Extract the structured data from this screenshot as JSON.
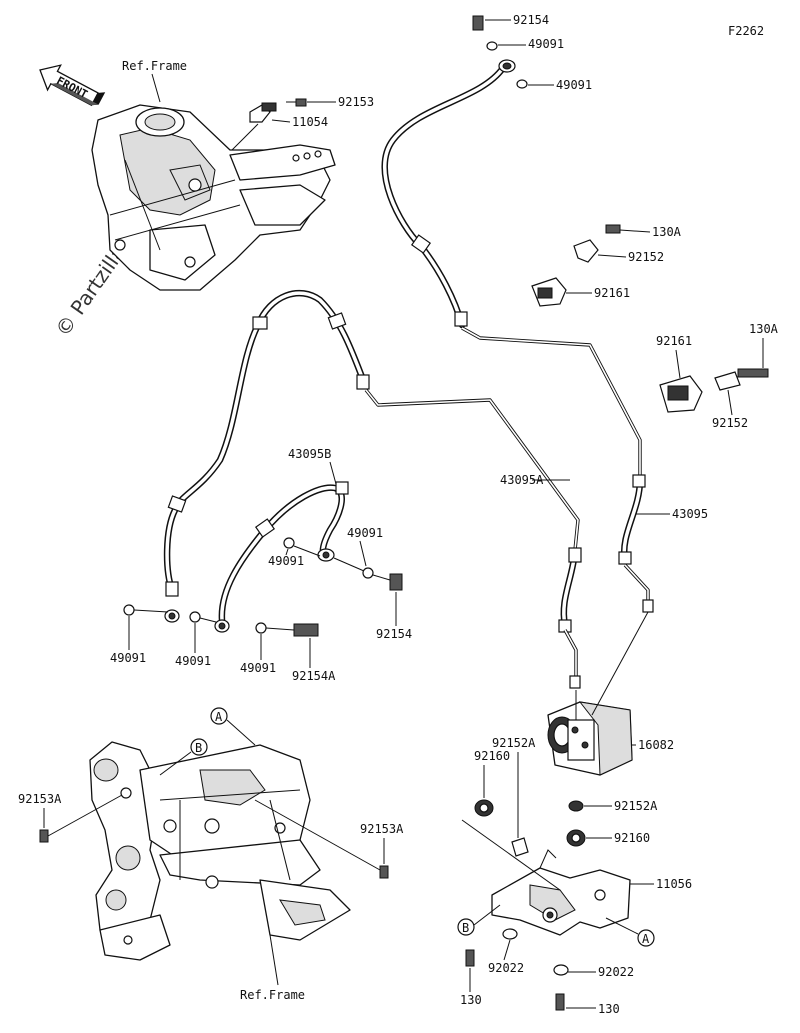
{
  "figure_code": "F2262",
  "watermark": "© Partzilla.com",
  "front_arrow_text": "FRONT",
  "ref_frame_label": "Ref.Frame",
  "callouts": {
    "a": "A",
    "b": "B"
  },
  "part_labels": {
    "p92154_top": "92154",
    "p49091_top1": "49091",
    "p49091_top2": "49091",
    "p92153": "92153",
    "p11054": "11054",
    "p130A_1": "130A",
    "p92152_1": "92152",
    "p92161_1": "92161",
    "p92161_2": "92161",
    "p130A_2": "130A",
    "p92152_2": "92152",
    "p43095B": "43095B",
    "p43095A": "43095A",
    "p43095": "43095",
    "p49091_m1": "49091",
    "p49091_m2": "49091",
    "p92154_m": "92154",
    "p49091_l1": "49091",
    "p49091_l2": "49091",
    "p49091_l3": "49091",
    "p92154A": "92154A",
    "p16082": "16082",
    "p92152A_1": "92152A",
    "p92160_1": "92160",
    "p92152A_2": "92152A",
    "p92160_2": "92160",
    "p11056": "11056",
    "p92022_1": "92022",
    "p92022_2": "92022",
    "p130_1": "130",
    "p130_2": "130",
    "p92153A_1": "92153A",
    "p92153A_2": "92153A"
  }
}
